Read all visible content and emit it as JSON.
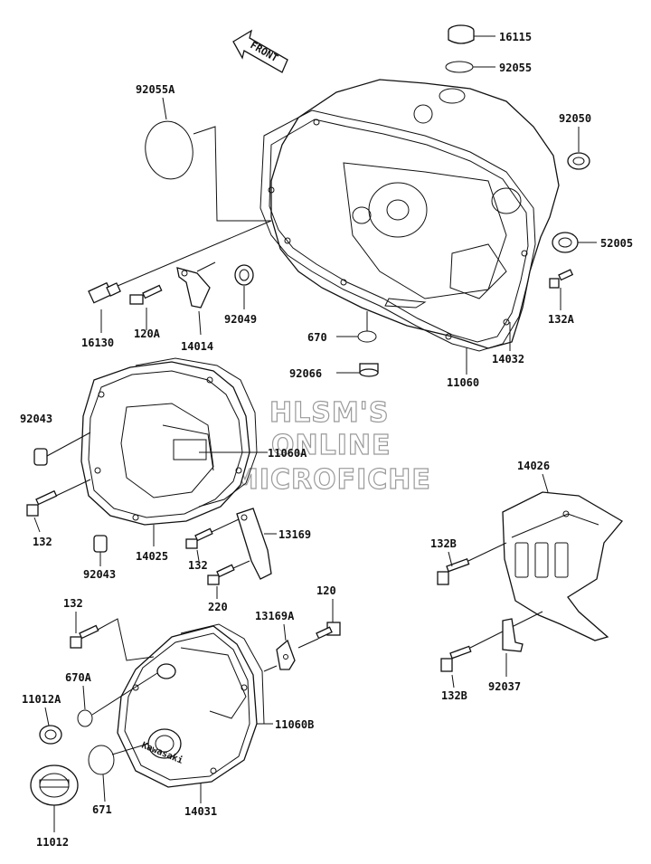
{
  "watermark": {
    "line1": "HLSM'S",
    "line2": "ONLINE",
    "line3": "MICROFICHE"
  },
  "direction_marker": "FRONT",
  "logo_text": "Kawasaki",
  "callouts": {
    "c16115": "16115",
    "c92055": "92055",
    "c92055a": "92055A",
    "c92050": "92050",
    "c52005": "52005",
    "c132a": "132A",
    "c16130": "16130",
    "c120a": "120A",
    "c14014": "14014",
    "c92049": "92049",
    "c670": "670",
    "c14032": "14032",
    "c11060": "11060",
    "c92066": "92066",
    "c92043_top": "92043",
    "c11060a": "11060A",
    "c132_left": "132",
    "c14025": "14025",
    "c92043_bottom": "92043",
    "c13169": "13169",
    "c132_mid": "132",
    "c220": "220",
    "c14026": "14026",
    "c132b_top": "132B",
    "c132b_bottom": "132B",
    "c92037": "92037",
    "c132_low": "132",
    "c120": "120",
    "c13169a": "13169A",
    "c670a": "670A",
    "c11012a": "11012A",
    "c11060b": "11060B",
    "c671": "671",
    "c14031": "14031",
    "c11012": "11012"
  }
}
